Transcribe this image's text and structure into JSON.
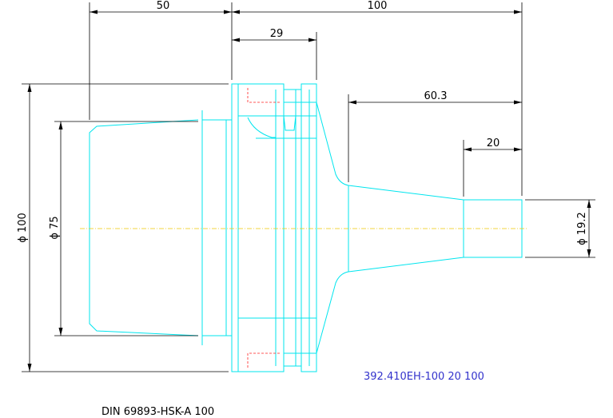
{
  "dimensions": {
    "flange_length": "50",
    "overall_length": "100",
    "flange_width": "29",
    "cone_length": "60.3",
    "tip_length": "20",
    "outer_diameter": "ϕ 100",
    "taper_diameter": "ϕ 75",
    "bore_diameter": "ϕ 19.2"
  },
  "part_number": "392.410EH-100 20 100",
  "standard": "DIN 69893-HSK-A 100",
  "colors": {
    "geometry": "#00e5ee",
    "dimension": "#000000",
    "hidden": "#ff2222",
    "centerline": "#f0c800",
    "part_number": "#3333cc"
  }
}
